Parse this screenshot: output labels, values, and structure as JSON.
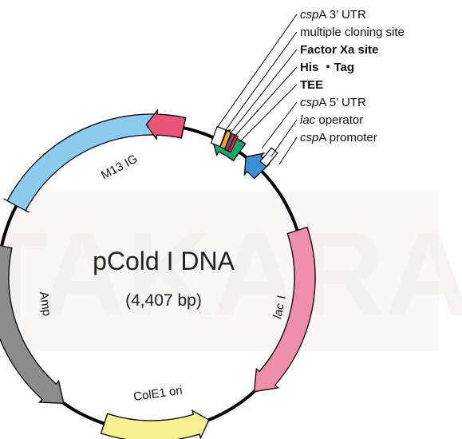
{
  "plasmid": {
    "name": "pCold I DNA",
    "size": "(4,407 bp)"
  },
  "watermark": {
    "text": "TAKARA"
  },
  "segments": [
    {
      "id": "m13",
      "label": "M13 IG",
      "color": "#8ccbee"
    },
    {
      "id": "amp",
      "label": "Amp",
      "color": "#8c8c8c"
    },
    {
      "id": "cole1",
      "label": "ColE1 ori",
      "color": "#f7f08d"
    },
    {
      "id": "laci",
      "label": "lac I",
      "label_italic": "lac",
      "label_plain": "I",
      "color": "#ef8fa8"
    },
    {
      "id": "cspa_promoter_arrow",
      "color": "#3b8fd6"
    },
    {
      "id": "tee_his_arrow",
      "color": "#1aa66a"
    },
    {
      "id": "mcs_arrow",
      "color": "#e8547a"
    }
  ],
  "feature_labels": [
    {
      "italic": "csp",
      "text": "A 3’ UTR",
      "bold": false
    },
    {
      "italic": "",
      "text": "multiple cloning site",
      "bold": false
    },
    {
      "italic": "",
      "text": "Factor Xa site",
      "bold": true
    },
    {
      "italic": "",
      "text": "His ・Tag",
      "bold": true
    },
    {
      "italic": "",
      "text": "TEE",
      "bold": true
    },
    {
      "italic": "csp",
      "text": "A 5’ UTR",
      "bold": false
    },
    {
      "italic": "lac",
      "text": " operator",
      "bold": false
    },
    {
      "italic": "csp",
      "text": "A promoter",
      "bold": false
    }
  ]
}
